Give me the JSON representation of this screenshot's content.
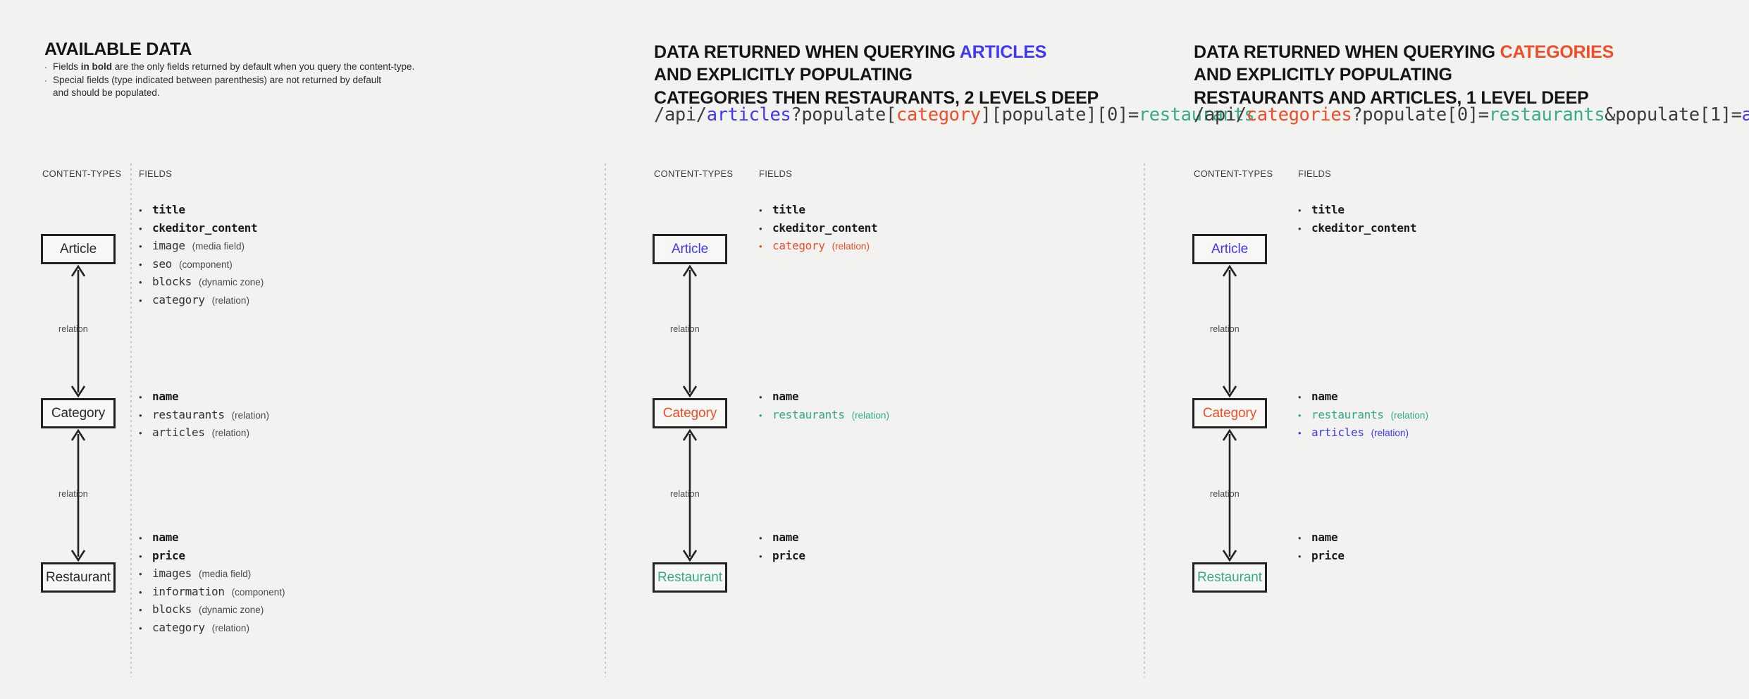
{
  "colors": {
    "background": "#f2f2f0",
    "blue": "#4038f5",
    "red": "#f04e29",
    "teal": "#2fa98a",
    "ink": "#1a1a1a"
  },
  "labels": {
    "content_types": "CONTENT-TYPES",
    "fields": "FIELDS",
    "relation": "relation"
  },
  "panel1": {
    "heading": "AVAILABLE DATA",
    "notes": [
      {
        "bullet": "·",
        "prefix": "Fields ",
        "bold": "in bold",
        "suffix": " are the only fields returned by default when you query the content-type."
      },
      {
        "bullet": "·",
        "prefix": "Special fields (type indicated between parenthesis) are not returned by default",
        "bold": "",
        "suffix": ""
      },
      {
        "bullet": "",
        "prefix": "and should be populated.",
        "bold": "",
        "suffix": ""
      }
    ],
    "nodes": [
      {
        "name": "Article",
        "color": "ink"
      },
      {
        "name": "Category",
        "color": "ink"
      },
      {
        "name": "Restaurant",
        "color": "ink"
      }
    ],
    "article_fields": [
      {
        "name": "title",
        "type": "",
        "bold": true,
        "color": ""
      },
      {
        "name": "ckeditor_content",
        "type": "",
        "bold": true,
        "color": ""
      },
      {
        "name": "image",
        "type": "(media field)",
        "bold": false,
        "color": ""
      },
      {
        "name": "seo",
        "type": "(component)",
        "bold": false,
        "color": ""
      },
      {
        "name": "blocks",
        "type": "(dynamic zone)",
        "bold": false,
        "color": ""
      },
      {
        "name": "category",
        "type": "(relation)",
        "bold": false,
        "color": ""
      }
    ],
    "category_fields": [
      {
        "name": "name",
        "type": "",
        "bold": true,
        "color": ""
      },
      {
        "name": "restaurants",
        "type": "(relation)",
        "bold": false,
        "color": ""
      },
      {
        "name": "articles",
        "type": "(relation)",
        "bold": false,
        "color": ""
      }
    ],
    "restaurant_fields": [
      {
        "name": "name",
        "type": "",
        "bold": true,
        "color": ""
      },
      {
        "name": "price",
        "type": "",
        "bold": true,
        "color": ""
      },
      {
        "name": "images",
        "type": "(media field)",
        "bold": false,
        "color": ""
      },
      {
        "name": "information",
        "type": "(component)",
        "bold": false,
        "color": ""
      },
      {
        "name": "blocks",
        "type": "(dynamic zone)",
        "bold": false,
        "color": ""
      },
      {
        "name": "category",
        "type": "(relation)",
        "bold": false,
        "color": ""
      }
    ]
  },
  "panel2": {
    "heading_line1_plain": "DATA RETURNED WHEN QUERYING ",
    "heading_line1_accent": "ARTICLES",
    "heading_line2": "AND EXPLICITLY POPULATING",
    "heading_line3": "CATEGORIES THEN RESTAURANTS, 2 LEVELS DEEP",
    "api_segments": [
      {
        "text": "/api/",
        "color": ""
      },
      {
        "text": "articles",
        "color": "blue"
      },
      {
        "text": "?populate[",
        "color": ""
      },
      {
        "text": "category",
        "color": "red"
      },
      {
        "text": "][populate][0]=",
        "color": ""
      },
      {
        "text": "restaurants",
        "color": "teal"
      }
    ],
    "nodes": [
      {
        "name": "Article",
        "color": "blue"
      },
      {
        "name": "Category",
        "color": "red"
      },
      {
        "name": "Restaurant",
        "color": "teal"
      }
    ],
    "article_fields": [
      {
        "name": "title",
        "type": "",
        "bold": true,
        "color": ""
      },
      {
        "name": "ckeditor_content",
        "type": "",
        "bold": true,
        "color": ""
      },
      {
        "name": "category",
        "type": "(relation)",
        "bold": false,
        "color": "red"
      }
    ],
    "category_fields": [
      {
        "name": "name",
        "type": "",
        "bold": true,
        "color": ""
      },
      {
        "name": "restaurants",
        "type": "(relation)",
        "bold": false,
        "color": "teal"
      }
    ],
    "restaurant_fields": [
      {
        "name": "name",
        "type": "",
        "bold": true,
        "color": ""
      },
      {
        "name": "price",
        "type": "",
        "bold": true,
        "color": ""
      }
    ]
  },
  "panel3": {
    "heading_line1_plain": "DATA RETURNED WHEN QUERYING ",
    "heading_line1_accent": "CATEGORIES",
    "heading_line2": "AND EXPLICITLY POPULATING",
    "heading_line3": "RESTAURANTS AND ARTICLES, 1 LEVEL DEEP",
    "api_segments": [
      {
        "text": "/api/",
        "color": ""
      },
      {
        "text": "categories",
        "color": "red"
      },
      {
        "text": "?populate[0]=",
        "color": ""
      },
      {
        "text": "restaurants",
        "color": "teal"
      },
      {
        "text": "&populate[1]=",
        "color": ""
      },
      {
        "text": "articles",
        "color": "blue"
      }
    ],
    "nodes": [
      {
        "name": "Article",
        "color": "blue"
      },
      {
        "name": "Category",
        "color": "red"
      },
      {
        "name": "Restaurant",
        "color": "teal"
      }
    ],
    "article_fields": [
      {
        "name": "title",
        "type": "",
        "bold": true,
        "color": ""
      },
      {
        "name": "ckeditor_content",
        "type": "",
        "bold": true,
        "color": ""
      }
    ],
    "category_fields": [
      {
        "name": "name",
        "type": "",
        "bold": true,
        "color": ""
      },
      {
        "name": "restaurants",
        "type": "(relation)",
        "bold": false,
        "color": "teal"
      },
      {
        "name": "articles",
        "type": "(relation)",
        "bold": false,
        "color": "blue"
      }
    ],
    "restaurant_fields": [
      {
        "name": "name",
        "type": "",
        "bold": true,
        "color": ""
      },
      {
        "name": "price",
        "type": "",
        "bold": true,
        "color": ""
      }
    ]
  }
}
